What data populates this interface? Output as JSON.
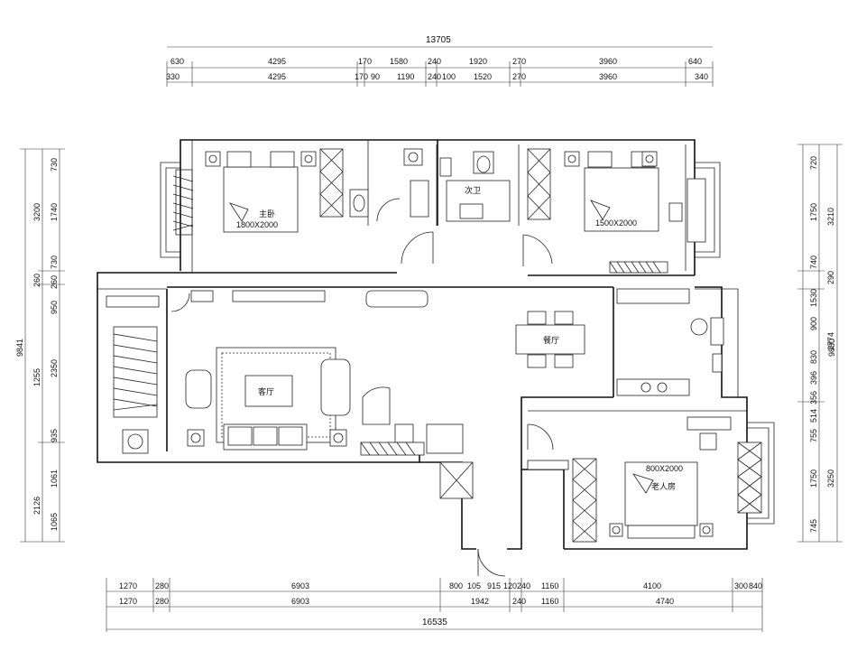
{
  "top_dims": {
    "total": "13705",
    "row1": [
      "630",
      "4295",
      "170",
      "1580",
      "240",
      "1920",
      "270",
      "3960",
      "640"
    ],
    "row2": [
      "330",
      "4295",
      "170",
      "90",
      "1190",
      "240",
      "100",
      "1520",
      "270",
      "3960",
      "340"
    ]
  },
  "bottom_dims": {
    "total": "16535",
    "row1": [
      "1270",
      "280",
      "6903",
      "800",
      "105",
      "915",
      "120",
      "240",
      "1160",
      "4100",
      "300",
      "840"
    ],
    "row2": [
      "1270",
      "280",
      "6903",
      "1942",
      "240",
      "1160",
      "4740"
    ]
  },
  "left_dims": {
    "total": "9841",
    "outer": [
      "3200",
      "260",
      "1255",
      "2126"
    ],
    "inner": [
      "730",
      "1740",
      "730",
      "260",
      "950",
      "2350",
      "935",
      "1061",
      "1065"
    ]
  },
  "right_dims": {
    "total": "9880",
    "outer": [
      "3210",
      "290",
      "2774",
      "3250"
    ],
    "inner": [
      "720",
      "1750",
      "740",
      "1530",
      "900",
      "830",
      "396",
      "356",
      "514",
      "755",
      "1750",
      "745"
    ]
  },
  "rooms": {
    "master_bedroom": "主卧",
    "bath": "次卫",
    "living_room": "客厅",
    "dining_room": "餐厅",
    "second_bedroom": "老人房"
  },
  "bed_label_1": "1800X2000",
  "bed_label_2": "1500X2000",
  "bed_label_3": "800X2000",
  "colors": {
    "line": "#111111",
    "background": "#ffffff"
  }
}
